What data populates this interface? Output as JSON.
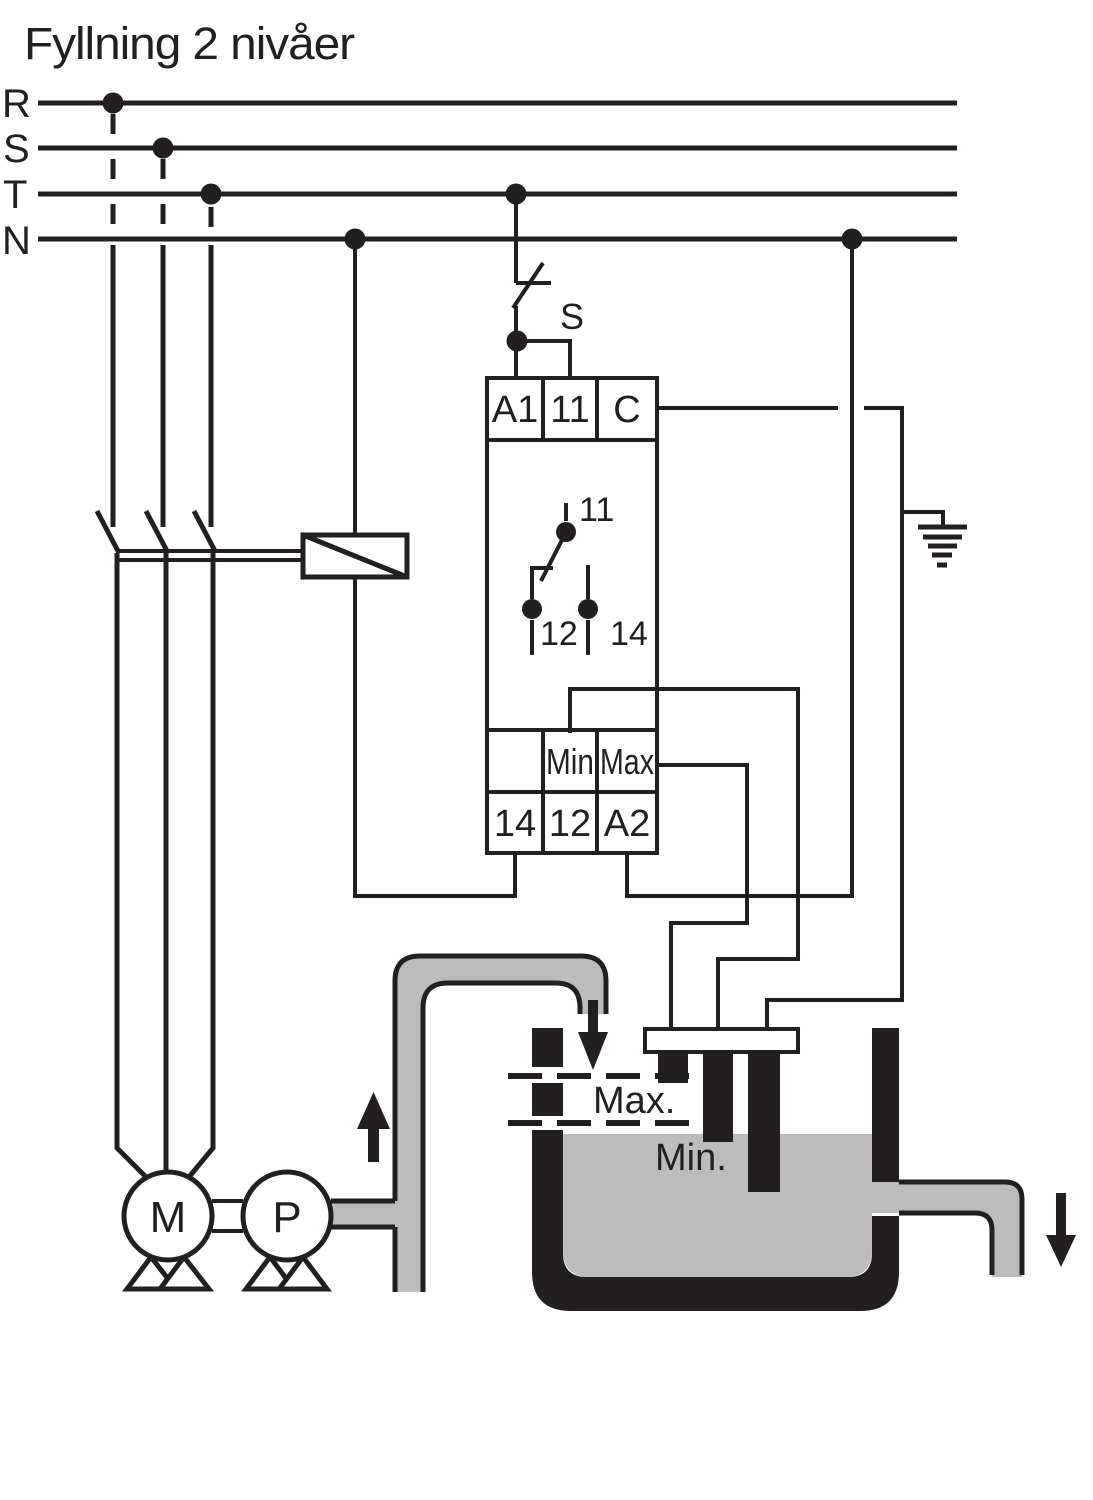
{
  "title": "Fyllning 2 nivåer",
  "bus_labels": {
    "r": "R",
    "s": "S",
    "t": "T",
    "n": "N"
  },
  "switch": {
    "label": "S"
  },
  "relay": {
    "top_terminals": [
      "A1",
      "11",
      "C"
    ],
    "internal_contact": {
      "common": "11",
      "nc": "12",
      "no": "14"
    },
    "level_terminals": [
      "Min",
      "Max"
    ],
    "bottom_terminals": [
      "14",
      "12",
      "A2"
    ]
  },
  "tank": {
    "max_level_label": "Max.",
    "min_level_label": "Min."
  },
  "motor_label": "M",
  "pump_label": "P",
  "colors": {
    "ink": "#231f20",
    "fluid_gray": "#bcbcbc"
  }
}
